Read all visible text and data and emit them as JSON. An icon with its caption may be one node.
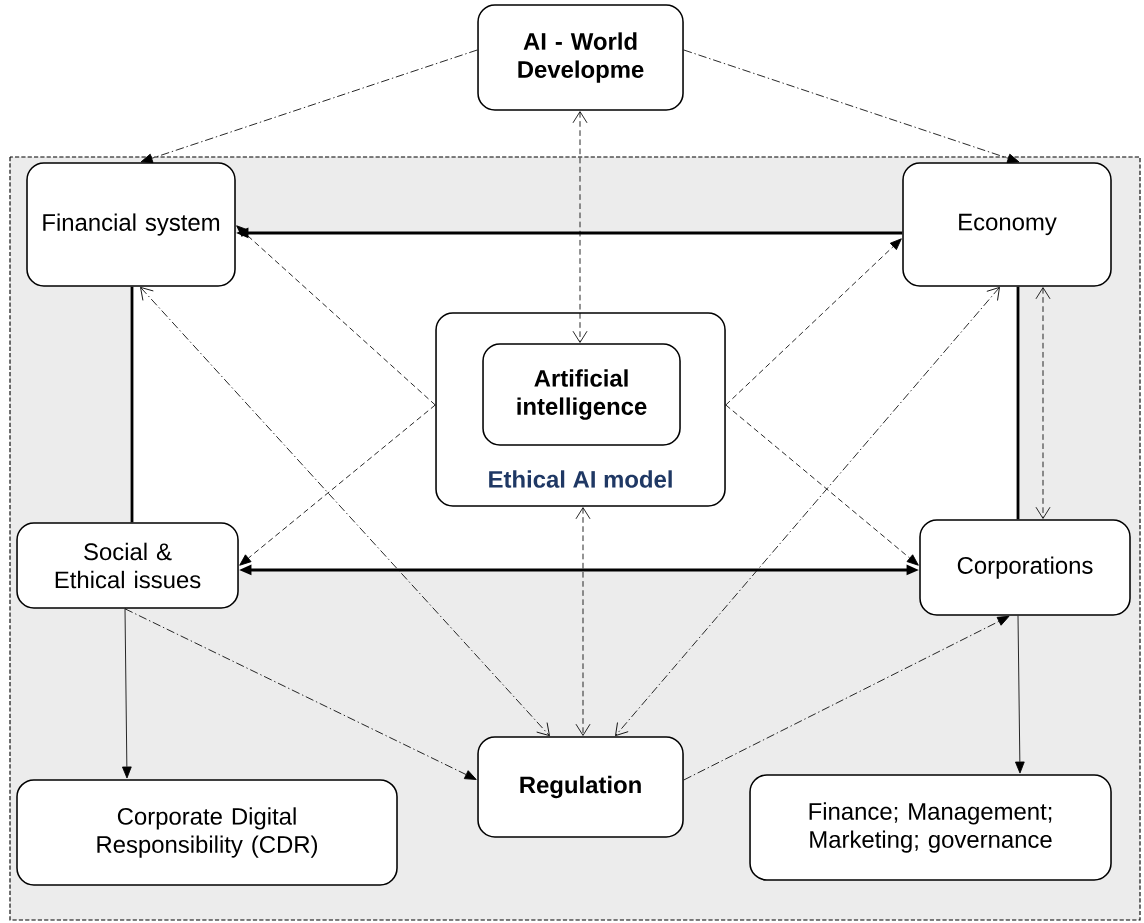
{
  "diagram": {
    "nodes": [
      {
        "text": [
          "AI - World Developme"
        ]
      },
      {
        "text": [
          "Financial system"
        ]
      },
      {
        "text": [
          "Economy"
        ]
      },
      {
        "text": [
          "Ethical AI model"
        ]
      },
      {
        "text": [
          "Artificial intelligence"
        ],
        "in": 3
      },
      {
        "text": [
          "Social & Ethical issues"
        ]
      },
      {
        "text": [
          "Corporations"
        ]
      },
      {
        "text": [
          "Regulation"
        ]
      },
      {
        "text": [
          "Corporate Digital Responsibility (CDR)"
        ]
      },
      {
        "text": [
          "Finance; Management; Marketing; governance"
        ]
      }
    ],
    "edges": [
      {
        "from": 0,
        "to": 1,
        "arrow": "to",
        "style": "dashed"
      },
      {
        "from": 0,
        "to": 2,
        "arrow": "to",
        "style": "dashed"
      },
      {
        "from": 0,
        "to": 4,
        "arrow": "both",
        "style": "dashed"
      },
      {
        "from": 2,
        "to": 1,
        "arrow": "to",
        "style": "thick"
      },
      {
        "from": 1,
        "to": 5,
        "arrow": "none",
        "style": "thick"
      },
      {
        "from": 2,
        "to": 6,
        "arrow": "none",
        "style": "thick"
      },
      {
        "from": 2,
        "to": 6,
        "arrow": "both",
        "style": "dashed"
      },
      {
        "from": 5,
        "to": 6,
        "arrow": "both",
        "style": "thick"
      },
      {
        "from": 3,
        "to": 1,
        "arrow": "to",
        "style": "dashed"
      },
      {
        "from": 3,
        "to": 5,
        "arrow": "to",
        "style": "dashed"
      },
      {
        "from": 3,
        "to": 2,
        "arrow": "to",
        "style": "dashed"
      },
      {
        "from": 3,
        "to": 6,
        "arrow": "to",
        "style": "dashed"
      },
      {
        "from": 1,
        "to": 7,
        "arrow": "both",
        "style": "dashed"
      },
      {
        "from": 3,
        "to": 7,
        "arrow": "both",
        "style": "dashed"
      },
      {
        "from": 2,
        "to": 7,
        "arrow": "both",
        "style": "dashed"
      },
      {
        "from": 5,
        "to": 7,
        "arrow": "to",
        "style": "dashed"
      },
      {
        "from": 7,
        "to": 6,
        "arrow": "to",
        "style": "dashed"
      },
      {
        "from": 5,
        "to": 8,
        "arrow": "to"
      },
      {
        "from": 6,
        "to": 9,
        "arrow": "to"
      }
    ]
  }
}
